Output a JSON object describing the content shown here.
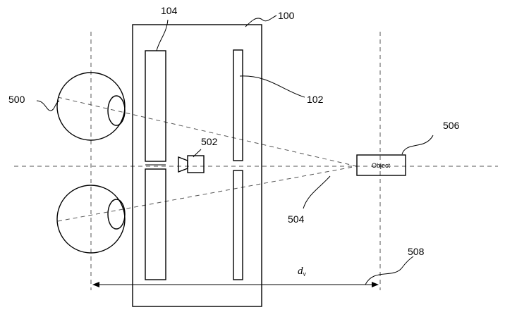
{
  "diagram": {
    "labels": {
      "device": "100",
      "display_panel": "102",
      "lens_panel": "104",
      "eye": "500",
      "camera": "502",
      "sight_line": "504",
      "object_ref": "506",
      "distance_ref": "508"
    },
    "object_text": "Object",
    "distance_symbol": "d",
    "distance_subscript": "v"
  }
}
